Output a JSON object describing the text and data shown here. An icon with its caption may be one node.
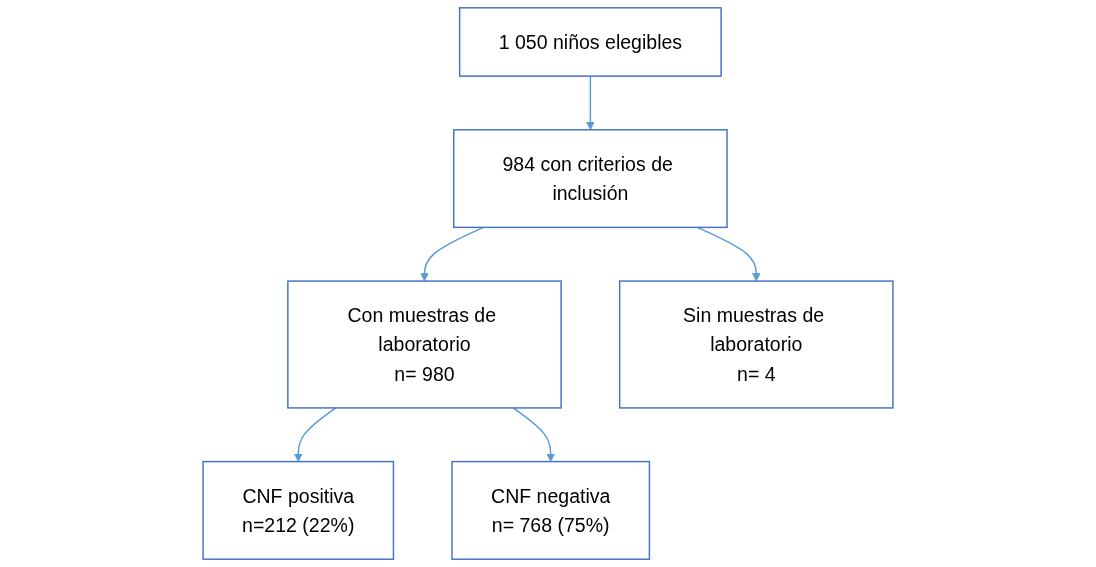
{
  "diagram": {
    "nodes": [
      {
        "text": [
          "1 050 niños elegibles"
        ]
      },
      {
        "text": [
          "984 con criterios de inclusión"
        ]
      },
      {
        "text": [
          "Con muestras de laboratorio",
          "n= 980"
        ]
      },
      {
        "text": [
          "Sin muestras de laboratorio",
          "n= 4"
        ]
      },
      {
        "text": [
          "CNF positiva",
          "n=212 (22%)"
        ]
      },
      {
        "text": [
          "CNF negativa",
          "n= 768 (75%)"
        ]
      }
    ],
    "edges": [
      {
        "from": 0,
        "to": 1,
        "arrow": "to"
      },
      {
        "from": 1,
        "to": 2,
        "arrow": "to"
      },
      {
        "from": 1,
        "to": 3,
        "arrow": "to"
      },
      {
        "from": 2,
        "to": 4,
        "arrow": "to"
      },
      {
        "from": 2,
        "to": 5,
        "arrow": "to"
      }
    ]
  }
}
